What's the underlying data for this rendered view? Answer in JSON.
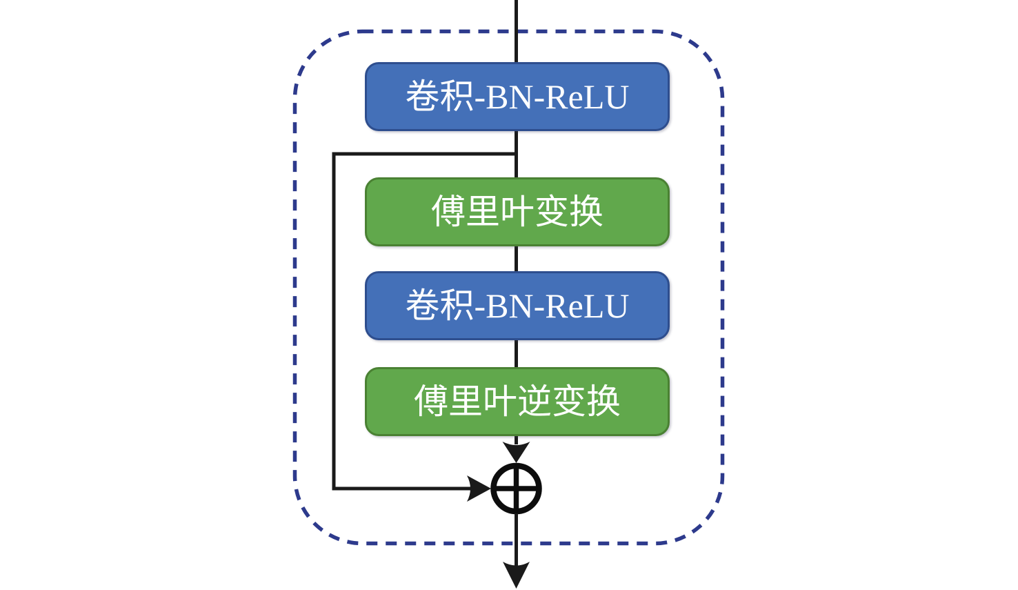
{
  "figure": {
    "type": "flow-diagram",
    "description": "Residual block with Fourier transform layers inside a dashed boundary",
    "background_color": "#ffffff",
    "blocks": [
      {
        "label": "卷积-BN-ReLU",
        "kind": "conv-bn-relu",
        "fill": "#4470b8",
        "stroke": "#2e4e8e",
        "text_color": "#ffffff"
      },
      {
        "label": "傅里叶变换",
        "kind": "fourier-transform",
        "fill": "#61a84c",
        "stroke": "#4a8133",
        "text_color": "#ffffff"
      },
      {
        "label": "卷积-BN-ReLU",
        "kind": "conv-bn-relu",
        "fill": "#4470b8",
        "stroke": "#2e4e8e",
        "text_color": "#ffffff"
      },
      {
        "label": "傅里叶逆变换",
        "kind": "inverse-fourier-transform",
        "fill": "#61a84c",
        "stroke": "#4a8133",
        "text_color": "#ffffff"
      }
    ],
    "operator": {
      "symbol": "⊕",
      "name": "elementwise-addition"
    },
    "connections": {
      "main_path": [
        "input",
        "卷积-BN-ReLU",
        "傅里叶变换",
        "卷积-BN-ReLU",
        "傅里叶逆变换",
        "⊕",
        "output"
      ],
      "skip_path": {
        "from": "卷积-BN-ReLU",
        "to": "⊕"
      }
    },
    "boundary": {
      "style": "dashed",
      "shape": "rounded-rectangle",
      "color": "#2d3a8c"
    },
    "line_color": "#1a1a1a"
  }
}
